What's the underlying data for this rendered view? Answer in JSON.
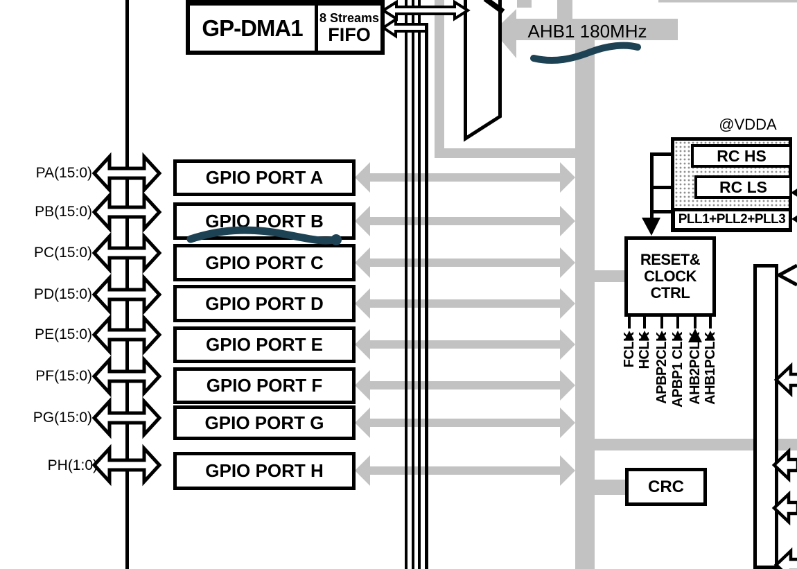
{
  "dma_block": {
    "title": "GP-DMA1",
    "streams": "8 Streams",
    "fifo": "FIFO"
  },
  "bus_label": "AHB1 180MHz",
  "power_label": "@VDDA",
  "osc": {
    "rc_hs": "RC HS",
    "rc_ls": "RC LS",
    "pll": "PLL1+PLL2+PLL3"
  },
  "reset_ctrl": {
    "line1": "RESET&",
    "line2": "CLOCK",
    "line3": "CTRL"
  },
  "clocks": [
    "FCLK",
    "HCLK",
    "APBP2CLK",
    "APBP1 CLK",
    "AHB2PCLK",
    "AHB1PCLK"
  ],
  "crc_label": "CRC",
  "ports": [
    {
      "pin": "PA(15:0)",
      "name": "GPIO PORT A"
    },
    {
      "pin": "PB(15:0)",
      "name": "GPIO PORT B"
    },
    {
      "pin": "PC(15:0)",
      "name": "GPIO PORT C"
    },
    {
      "pin": "PD(15:0)",
      "name": "GPIO PORT D"
    },
    {
      "pin": "PE(15:0)",
      "name": "GPIO PORT E"
    },
    {
      "pin": "PF(15:0)",
      "name": "GPIO PORT F"
    },
    {
      "pin": "PG(15:0)",
      "name": "GPIO PORT G"
    },
    {
      "pin": "PH(1:0)",
      "name": "GPIO PORT H"
    }
  ],
  "colors": {
    "bus_gray": "#c2c2c2",
    "marker_teal": "#1d4254",
    "ink": "#000000",
    "background": "#ffffff"
  }
}
